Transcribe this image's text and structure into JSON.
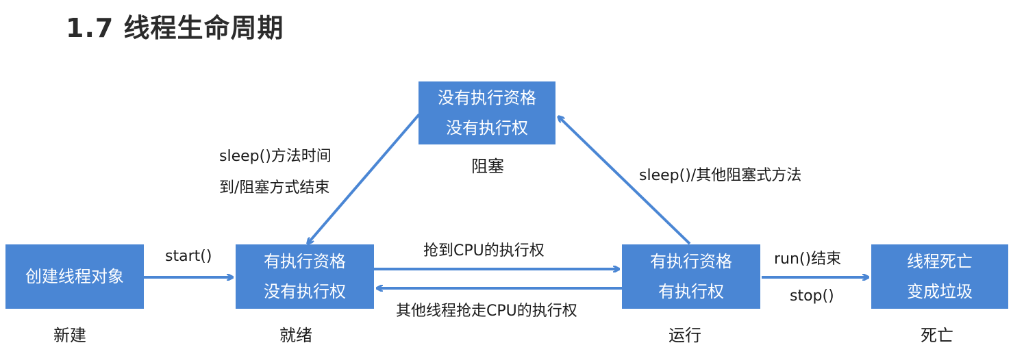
{
  "title": "1.7 线程生命周期",
  "nodes": {
    "new": {
      "lines": [
        "创建线程对象"
      ],
      "caption": "新建"
    },
    "ready": {
      "lines": [
        "有执行资格",
        "没有执行权"
      ],
      "caption": "就绪"
    },
    "running": {
      "lines": [
        "有执行资格",
        "有执行权"
      ],
      "caption": "运行"
    },
    "blocked": {
      "lines": [
        "没有执行资格",
        "没有执行权"
      ],
      "caption": "阻塞"
    },
    "dead": {
      "lines": [
        "线程死亡",
        "变成垃圾"
      ],
      "caption": "死亡"
    }
  },
  "edges": {
    "start": "start()",
    "grab_cpu": "抢到CPU的执行权",
    "lose_cpu": "其他线程抢走CPU的执行权",
    "to_blocked": "sleep()/其他阻塞式方法",
    "from_blocked_1": "sleep()方法时间",
    "from_blocked_2": "到/阻塞方式结束",
    "run_end": "run()结束",
    "stop": "stop()"
  },
  "colors": {
    "box": "#4a86d4",
    "arrow": "#4a86d4"
  }
}
